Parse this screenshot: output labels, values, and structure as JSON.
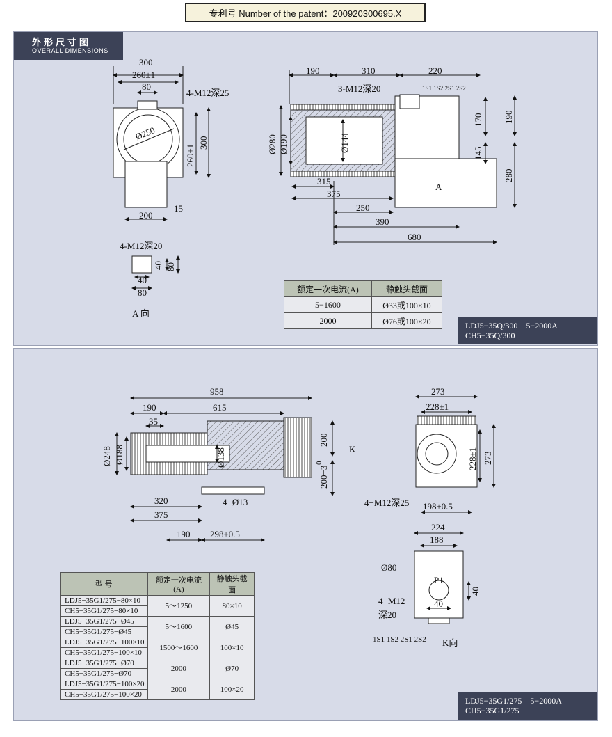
{
  "patent": "专利号 Number of the patent：200920300695.X",
  "panel1": {
    "tag_zh": "外形尺寸图",
    "tag_en": "OVERALL DIMENSIONS",
    "front_dims": {
      "d300": "300",
      "d260": "260±1",
      "d80": "80",
      "bolt": "4-M12深25",
      "d250": "Ø250",
      "d260v": "260±1",
      "d300v": "300",
      "d15": "15",
      "d200": "200"
    },
    "side_dims": {
      "d190": "190",
      "d310": "310",
      "d220": "220",
      "bolt": "3-M12深20",
      "terminals": "1S1 1S2 2S1 2S2",
      "d190v": "190",
      "d170": "170",
      "d145": "145",
      "d280v": "280",
      "d280": "Ø280",
      "d190d": "Ø190",
      "d144": "Ø144",
      "d315": "315",
      "d375": "375",
      "d250": "250",
      "d390": "390",
      "d680": "680",
      "arrow_a": "A"
    },
    "view_a": {
      "bolt": "4-M12深20",
      "d40": "40",
      "d80": "80",
      "d40b": "40",
      "d80b": "80",
      "label": "A 向"
    },
    "table": {
      "headers": [
        "额定一次电流(A)",
        "静触头截面"
      ],
      "rows": [
        [
          "5−1600",
          "Ø33或100×10"
        ],
        [
          "2000",
          "Ø76或100×20"
        ]
      ]
    },
    "model": [
      "LDJ5−35Q/300    5−2000A",
      "CH5−35Q/300"
    ]
  },
  "panel2": {
    "side_dims": {
      "d958": "958",
      "d190": "190",
      "d615": "615",
      "d35": "35",
      "d248": "Ø248",
      "d188": "Ø188",
      "d138": "Ø138",
      "d200t": "200",
      "d200b": "200−3",
      "d0": "0",
      "arrow_k": "K",
      "holes": "4−Ø13",
      "d320": "320",
      "d375": "375",
      "d190b": "190",
      "d298": "298±0.5"
    },
    "end_dims": {
      "d273": "273",
      "d228": "228±1",
      "d228v": "228±1",
      "d273v": "273",
      "bolt": "4−M12深25",
      "d198": "198±0.5"
    },
    "k_view": {
      "d224": "224",
      "d188": "188",
      "d80": "Ø80",
      "p1": "P1",
      "bolt": "4−M12",
      "depth": "深20",
      "d40": "40",
      "d40v": "40",
      "terminals": "1S1  1S2  2S1  2S2",
      "label": "K向"
    },
    "table": {
      "headers": [
        "型    号",
        "额定一次电流(A)",
        "静触头截面"
      ],
      "rows": [
        {
          "models": [
            "LDJ5−35G1/275−80×10",
            "CH5−35G1/275−80×10"
          ],
          "current": "5～1250",
          "section": "80×10"
        },
        {
          "models": [
            "LDJ5−35G1/275−Ø45",
            "CH5−35G1/275−Ø45"
          ],
          "current": "5～1600",
          "section": "Ø45"
        },
        {
          "models": [
            "LDJ5−35G1/275−100×10",
            "CH5−35G1/275−100×10"
          ],
          "current": "1500～1600",
          "section": "100×10"
        },
        {
          "models": [
            "LDJ5−35G1/275−Ø70",
            "CH5−35G1/275−Ø70"
          ],
          "current": "2000",
          "section": "Ø70"
        },
        {
          "models": [
            "LDJ5−35G1/275−100×20",
            "CH5−35G1/275−100×20"
          ],
          "current": "2000",
          "section": "100×20"
        }
      ]
    },
    "model": [
      "LDJ5−35G1/275    5−2000A",
      "CH5−35G1/275"
    ]
  }
}
